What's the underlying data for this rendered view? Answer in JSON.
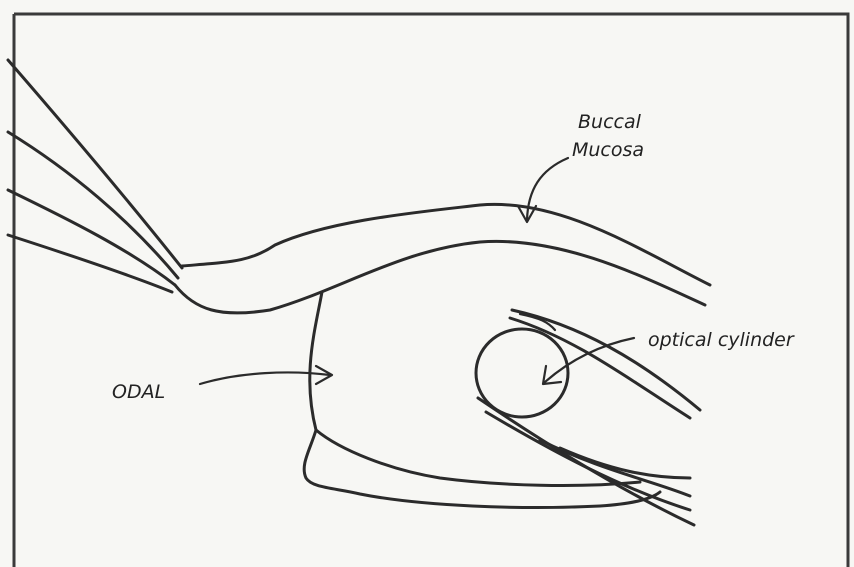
{
  "labels": {
    "buccal_line1": "Buccal",
    "buccal_line2": "Mucosa",
    "optical_cylinder": "optical cylinder",
    "odal": "ODAL"
  }
}
